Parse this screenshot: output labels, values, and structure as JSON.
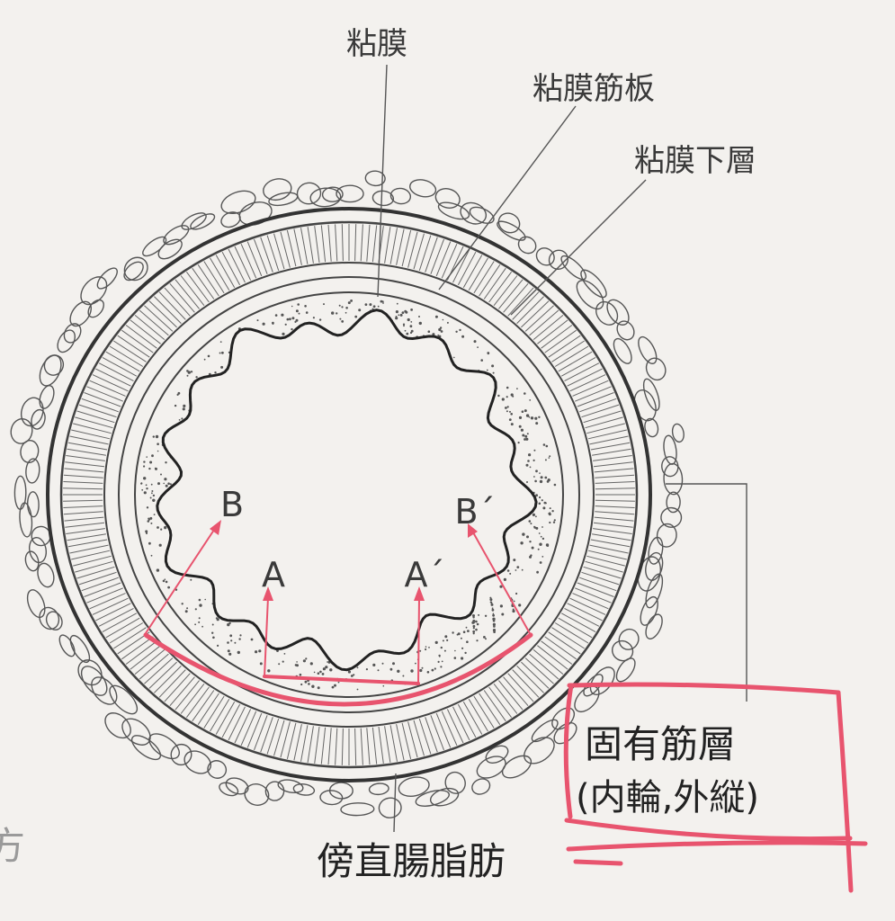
{
  "labels": {
    "mucosa": "粘膜",
    "muscularis_mucosae": "粘膜筋板",
    "submucosa": "粘膜下層",
    "muscularis_propria_line1": "固有筋層",
    "muscularis_propria_line2": "(内輪,外縦)",
    "pararectal_fat": "傍直腸脂肪",
    "edge_fragment": "方"
  },
  "points": {
    "a": "A",
    "a_prime": "A´",
    "b": "B",
    "b_prime": "B´"
  },
  "colors": {
    "ink": "#3a3a3a",
    "highlight": "#e8546e",
    "paper": "#f3f1ee"
  }
}
